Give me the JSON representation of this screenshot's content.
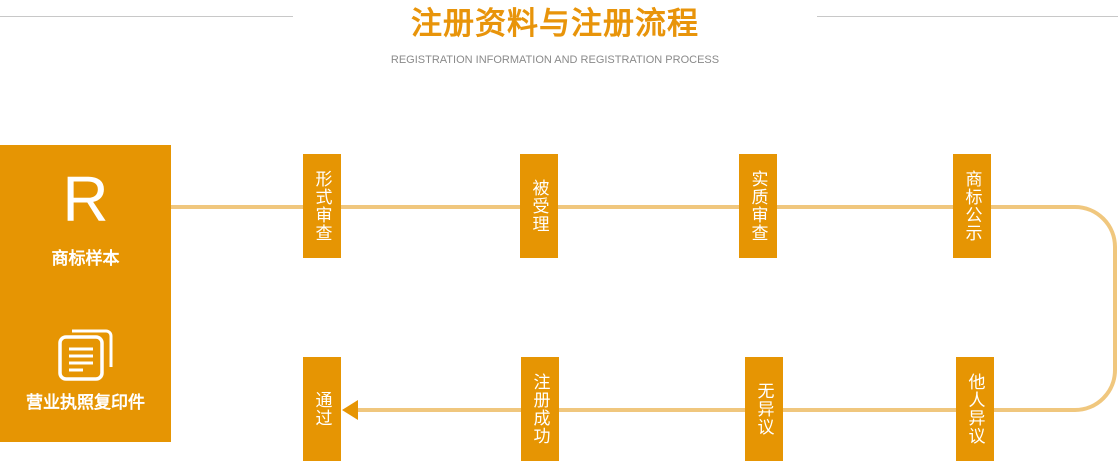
{
  "header": {
    "title": "注册资料与注册流程",
    "subtitle": "REGISTRATION INFORMATION AND REGISTRATION PROCESS"
  },
  "materials": {
    "trademark_symbol": "R",
    "trademark_sample": "商标样本",
    "business_license_copy": "营业执照复印件"
  },
  "steps_top": [
    "形式审查",
    "被受理",
    "实质审查",
    "商标公示"
  ],
  "steps_bottom": [
    "通过",
    "注册成功",
    "无异议",
    "他人异议"
  ],
  "colors": {
    "accent": "#e69503",
    "track": "#f0c77e",
    "title": "#e8940a"
  }
}
